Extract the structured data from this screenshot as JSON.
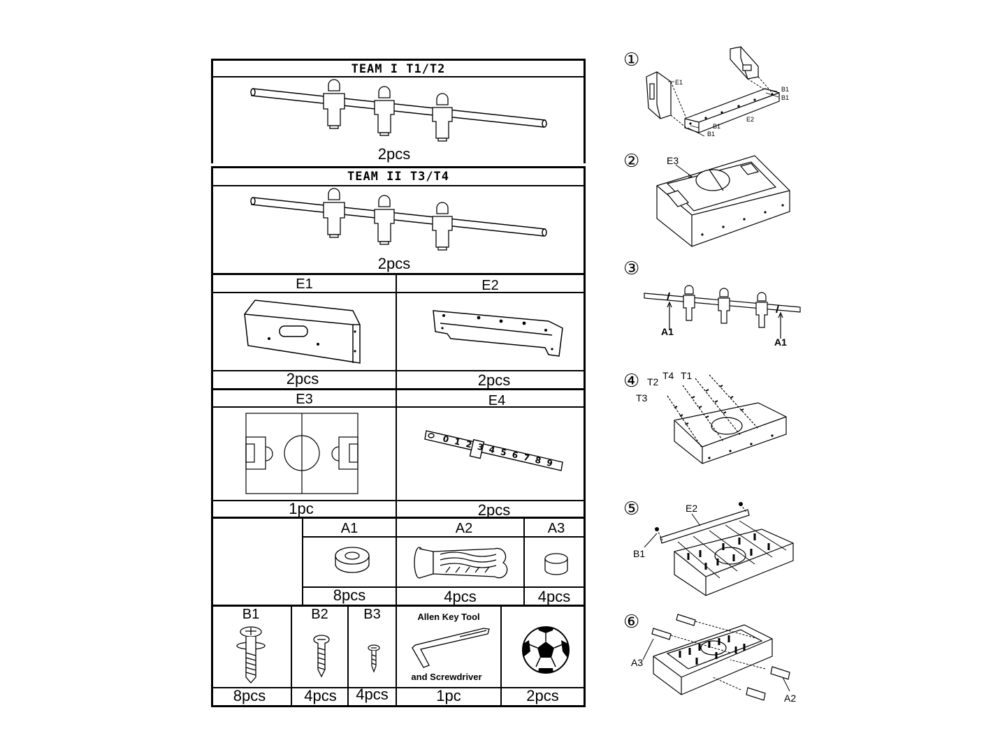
{
  "parts": {
    "team1": {
      "title": "TEAM I T1/T2",
      "qty": "2pcs"
    },
    "team2": {
      "title": "TEAM II T3/T4",
      "qty": "2pcs"
    },
    "e1": {
      "label": "E1",
      "qty": "2pcs"
    },
    "e2": {
      "label": "E2",
      "qty": "2pcs"
    },
    "e3": {
      "label": "E3",
      "qty": "1pc"
    },
    "e4": {
      "label": "E4",
      "qty": "2pcs",
      "score_digits": [
        "0",
        "1",
        "2",
        "3",
        "4",
        "5",
        "6",
        "7",
        "8",
        "9"
      ]
    },
    "a1": {
      "label": "A1",
      "qty": "8pcs"
    },
    "a2": {
      "label": "A2",
      "qty": "4pcs"
    },
    "a3": {
      "label": "A3",
      "qty": "4pcs"
    },
    "b1": {
      "label": "B1",
      "qty": "8pcs"
    },
    "b2": {
      "label": "B2",
      "qty": "4pcs"
    },
    "b3": {
      "label": "B3",
      "qty": "4pcs"
    },
    "tool": {
      "label_top": "Allen Key Tool",
      "label_bottom": "and Screwdriver",
      "qty": "1pc"
    },
    "ball": {
      "qty": "2pcs"
    }
  },
  "steps": [
    {
      "num": "①",
      "labels": [
        "E1",
        "B1",
        "B1",
        "E2",
        "B1",
        "B1"
      ]
    },
    {
      "num": "②",
      "labels": [
        "E3"
      ]
    },
    {
      "num": "③",
      "labels": [
        "A1",
        "A1"
      ]
    },
    {
      "num": "④",
      "labels": [
        "T2",
        "T4",
        "T1",
        "T3"
      ]
    },
    {
      "num": "⑤",
      "labels": [
        "E2",
        "B1"
      ]
    },
    {
      "num": "⑥",
      "labels": [
        "A3",
        "A2"
      ]
    }
  ]
}
